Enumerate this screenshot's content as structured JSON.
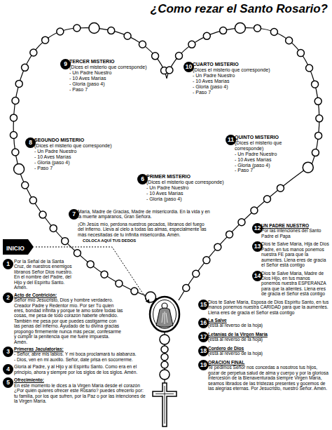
{
  "diagram": {
    "title": "¿Como rezar el Santo Rosario?",
    "nodes": [
      {
        "text": [
          "INICIO"
        ]
      },
      {
        "text": [
          "1",
          "Por la Señal de la Santa Cruz, de nuestros enemigos líbranos Señor Dios nuestro. En el nombre del Padre, del Hijo y del Espíritu Santo. Amén."
        ]
      },
      {
        "text": [
          "2",
          "Acto de Contrición:",
          "Señor mío Jesucristo, Dios y hombre verdadero. Creador Padre y Redentor mío. Por ser Tú quien eres, bondad infinita y porque te amo sobre todas las cosas, me pesa de todo corazón haberte ofendido. También me pesa por que puedes castigarme con las penas del infierno. Ayudado de tu divina gracias propongo firmemente nunca más pecar, confesarme y cumplir la penitencia que me fuere impuesta. Amén."
        ]
      },
      {
        "text": [
          "3",
          "Primeras Jaculatorias:",
          "- Señor, abre mis labios. Y mi boca proclamará tu alabanza.",
          "- Dios, ven en mi auxilio. Señor, date prisa en socorrerme."
        ]
      },
      {
        "text": [
          "4",
          "Gloria al Padre, y al Hijo y al Espíritu Santo. Como era en el principio, ahora y siempre por los siglos de los siglos. Amén."
        ]
      },
      {
        "text": [
          "5",
          "Ofrecimiento:",
          "En este momento le dices a la Virgen María desde el corazón ¿Por quién quieres ofrecer este Rosario? puedes ofrecerlo por: tu familia, por los que sufren, por la Paz o por las intenciones de la Virgen María."
        ]
      },
      {
        "text": [
          "6",
          "PRIMER MISTERIO",
          "(Dices el misterio que corresponde)",
          "- Un Padre Nuestro",
          "- 10 Aves Marías",
          "- Gloria (paso 4)"
        ]
      },
      {
        "text": [
          "7",
          "María, Madre de Gracias, Madre de misericordia. En la vida y en la muerte ampáranos, Gran Señora.",
          "¡Oh Jesús mío, perdona nuestros pecados, líbranos del fuego del infierno. Lleva al cielo a todas las almas, especialmente las más necesitadas de tu infinita misericordia. Amén."
        ]
      },
      {
        "text": [
          "8",
          "SEGUNDO MISTERIO",
          "(Dices el misterio que corresponde)",
          "- Un Padre Nuestro",
          "- 10 Aves Marías",
          "- Gloria (paso 4)",
          "- Paso 7"
        ]
      },
      {
        "text": [
          "9",
          "TERCER MISTERIO",
          "(Dices el misterio que corresponde)",
          "- Un Padre Nuestro",
          "- 10 Aves Marías",
          "- Gloria (paso 4)",
          "- Paso 7"
        ]
      },
      {
        "text": [
          "10",
          "CUARTO MISTERIO",
          "(Dices el misterio que corresponde)",
          "- Un Padre Nuestro",
          "- 10 Aves Marías",
          "- Gloria (paso 4)",
          "- Paso 7"
        ]
      },
      {
        "text": [
          "11",
          "QUINTO MISTERIO",
          "(Dices el misterio que corresponde)",
          "- Un Padre Nuestro",
          "- 10 Aves Marías",
          "- Gloria (paso 4)",
          "- Paso 7"
        ]
      },
      {
        "text": [
          "12",
          "UN PADRE NUESTRO",
          "Por las intenciones del Santo Padre el Papa"
        ]
      },
      {
        "text": [
          "13",
          "Dios te Salve María, Hija de Dios Padre, en tus manos ponemos nuestra FE para que la aumentes. Llena eres de gracia el Señor está contigo"
        ]
      },
      {
        "text": [
          "14",
          "Dios te Salve María, Madre de Dios Hijo, en tus manos ponemos nuestra ESPERANZA para que la alientes. Llena eres de gracia el Señor está contigo"
        ]
      },
      {
        "text": [
          "15",
          "Dios te Salve María, Esposa de Dios Espíritu Santo, en tus manos ponemos nuestra CARIDAD para que la aumentes. Llena eres de gracia el Señor está contigo"
        ]
      },
      {
        "text": [
          "16",
          "La Salve",
          "(está al reverso de la hoja)"
        ]
      },
      {
        "text": [
          "17",
          "Letanías de la Virgen María",
          "(está al reverso de la hoja)"
        ]
      },
      {
        "text": [
          "18",
          "Cordero de Dios",
          "(está al reverso de la hoja)"
        ]
      },
      {
        "text": [
          "19",
          "ORACION FINAL",
          "Te pedimos Señor nos concedas a nosotros tus hijos, gozar de perpetua salud de alma y cuerpo y por la gloriosa intercesión de la Bienaventurada siempre Virgen María, seamos librados de las tristezas presentes y gocemos de las alegrías eternas. Por Jesucristo, nuestro Señor. Amén."
        ]
      }
    ],
    "labels": [
      "COLOCA AQUÍ TUS DEDOS"
    ]
  }
}
